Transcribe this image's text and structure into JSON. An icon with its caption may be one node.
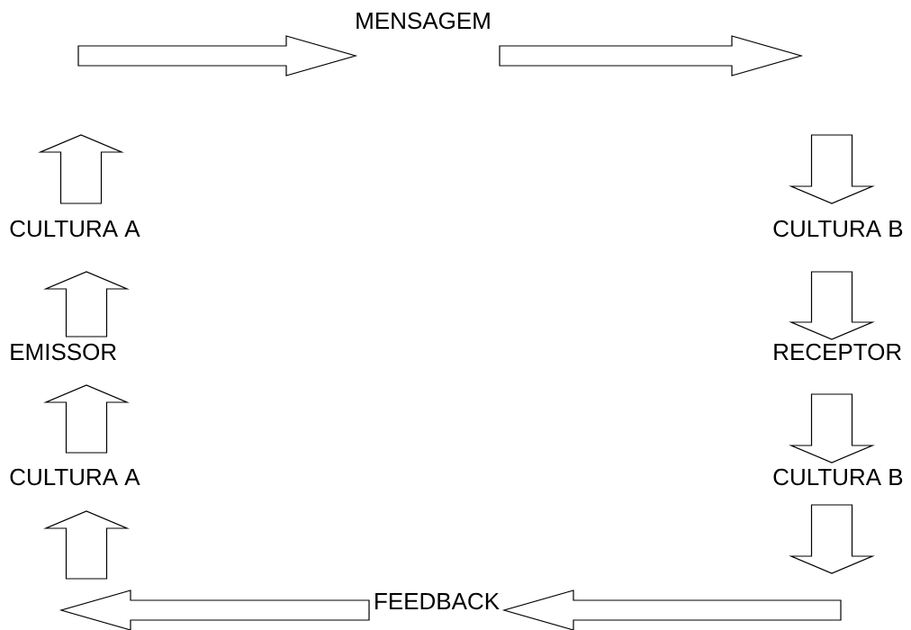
{
  "diagram": {
    "nodes": [
      {
        "text": [
          "MENSAGEM"
        ]
      },
      {
        "text": [
          "CULTURA A"
        ]
      },
      {
        "text": [
          "EMISSOR"
        ]
      },
      {
        "text": [
          "CULTURA A"
        ]
      },
      {
        "text": [
          "CULTURA B"
        ]
      },
      {
        "text": [
          "RECEPTOR"
        ]
      },
      {
        "text": [
          "CULTURA B"
        ]
      },
      {
        "text": [
          "FEEDBACK"
        ]
      }
    ],
    "edges": [
      {
        "from": 2,
        "to": 1,
        "arrow": "to"
      },
      {
        "from": 1,
        "to": null,
        "arrow": "to"
      },
      {
        "from": null,
        "to": 0,
        "arrow": "to"
      },
      {
        "from": 0,
        "to": null,
        "arrow": "to"
      },
      {
        "from": null,
        "to": 4,
        "arrow": "to"
      },
      {
        "from": 4,
        "to": 5,
        "arrow": "to"
      },
      {
        "from": 5,
        "to": 6,
        "arrow": "to"
      },
      {
        "from": 6,
        "to": null,
        "arrow": "to"
      },
      {
        "from": null,
        "to": 7,
        "arrow": "to"
      },
      {
        "from": 7,
        "to": null,
        "arrow": "to"
      },
      {
        "from": null,
        "to": 3,
        "arrow": "to"
      },
      {
        "from": 3,
        "to": 2,
        "arrow": "to"
      }
    ]
  }
}
